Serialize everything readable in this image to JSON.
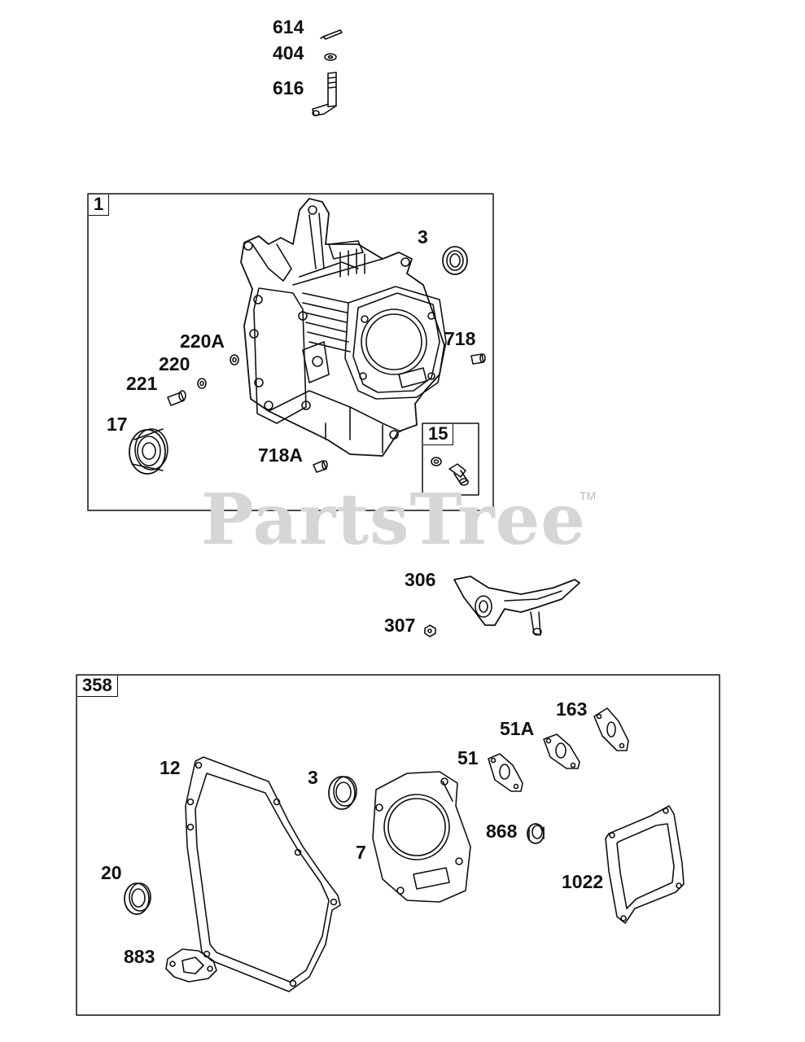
{
  "watermark": {
    "text": "PartsTree",
    "tm": "TM"
  },
  "groups": [
    {
      "id": "group-1",
      "label": "1"
    },
    {
      "id": "group-15",
      "label": "15"
    },
    {
      "id": "group-358",
      "label": "358"
    }
  ],
  "callouts": {
    "c614": "614",
    "c404": "404",
    "c616": "616",
    "c3a": "3",
    "c718": "718",
    "c220A": "220A",
    "c220": "220",
    "c221": "221",
    "c17": "17",
    "c718A": "718A",
    "c306": "306",
    "c307": "307",
    "c163": "163",
    "c51A": "51A",
    "c51": "51",
    "c12": "12",
    "c3b": "3",
    "c7": "7",
    "c868": "868",
    "c20": "20",
    "c1022": "1022",
    "c883": "883"
  }
}
